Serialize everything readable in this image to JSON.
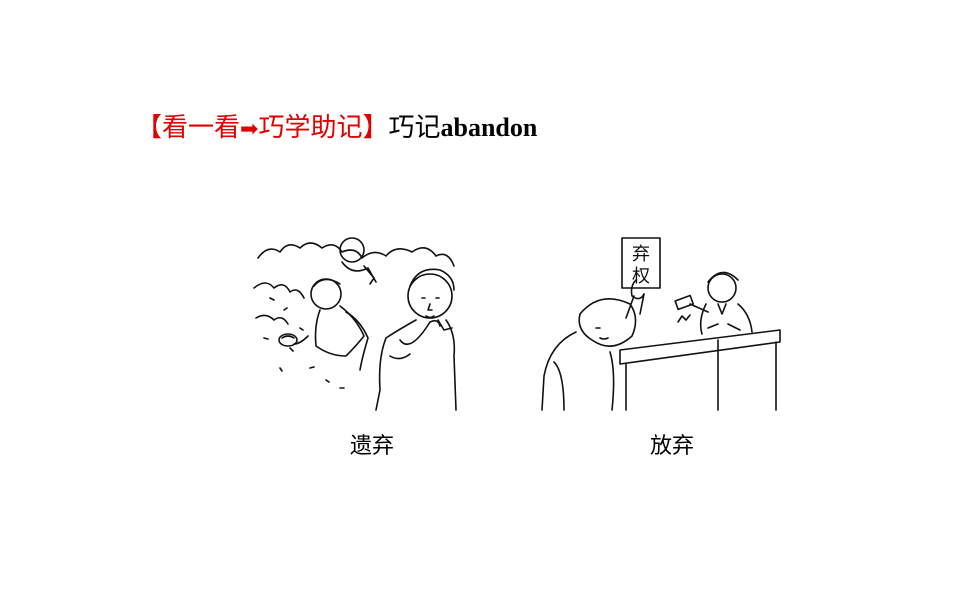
{
  "heading": {
    "bracket_open": "【",
    "part1": "看一看",
    "arrow": "➡",
    "part2": "巧学助记",
    "bracket_close": "】",
    "prefix": "巧记",
    "word": "abandon",
    "accent_color": "#e00000"
  },
  "pictures": [
    {
      "caption": "遗弃"
    },
    {
      "caption": "放弃",
      "sign_line1": "弃",
      "sign_line2": "权"
    }
  ]
}
